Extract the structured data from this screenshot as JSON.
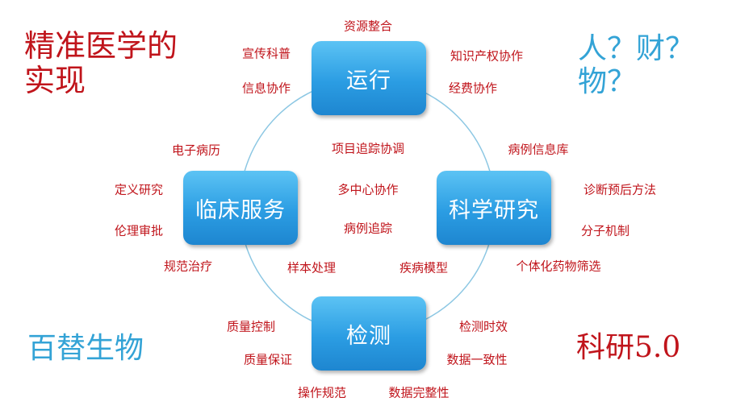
{
  "titles": {
    "top_left": "精准医学的实现",
    "top_right": "人？财？物？",
    "bottom_left": "百替生物",
    "bottom_right": "科研5.0"
  },
  "nodes": {
    "top": "运行",
    "left": "临床服务",
    "right": "科学研究",
    "bottom": "检测"
  },
  "labels": {
    "top_center": "资源整合",
    "top_left_1": "宣传科普",
    "top_left_2": "信息协作",
    "top_right_1": "知识产权协作",
    "top_right_2": "经费协作",
    "left_1": "电子病历",
    "left_2": "定义研究",
    "left_3": "伦理审批",
    "left_4": "规范治疗",
    "center_1": "项目追踪协调",
    "center_2": "多中心协作",
    "center_3": "病例追踪",
    "right_1": "病例信息库",
    "right_2": "诊断预后方法",
    "right_3": "分子机制",
    "right_4": "个体化药物筛选",
    "inner_bl": "样本处理",
    "inner_br": "疾病模型",
    "bottom_left_1": "质量控制",
    "bottom_left_2": "质量保证",
    "bottom_left_3": "操作规范",
    "bottom_right_1": "检测时效",
    "bottom_right_2": "数据一致性",
    "bottom_right_3": "数据完整性"
  },
  "colors": {
    "accent_red": "#c0141b",
    "accent_blue": "#33a3d6",
    "node_blue": "#2b9de3",
    "ring": "#8cc7e3"
  }
}
